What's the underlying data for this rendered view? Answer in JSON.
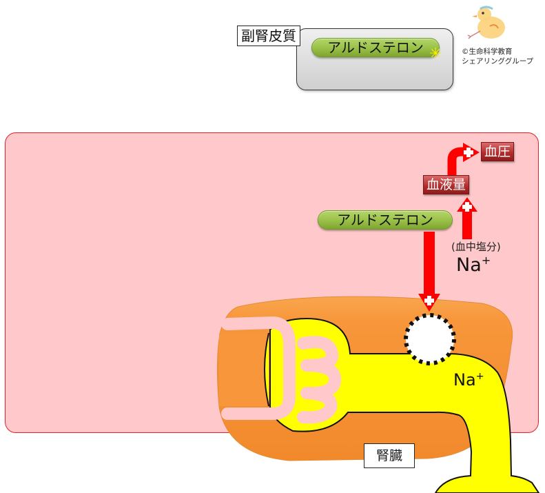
{
  "adrenal": {
    "label": "副腎皮質",
    "hormone": "アルドステロン",
    "marker": "✳"
  },
  "credit": {
    "line1": "©生命科学教育",
    "line2": "シェアリンググループ",
    "mascot_icon": "chick-mascot-icon"
  },
  "body": {
    "hormone": "アルドステロン",
    "blood_volume": "血液量",
    "blood_pressure": "血圧",
    "salt_note": "(血中塩分)",
    "sodium_top": "Na",
    "sodium_bottom": "Na",
    "charge": "+",
    "kidney": "腎臓",
    "plus_sign": "+"
  },
  "colors": {
    "region_fill": "#ffc9cb",
    "region_border": "#e0202a",
    "arrow": "#ff0000",
    "kidney": "#f7963a",
    "tubule": "#ffff00",
    "pill": "#9bc24a",
    "badge": "#b12a2a"
  }
}
